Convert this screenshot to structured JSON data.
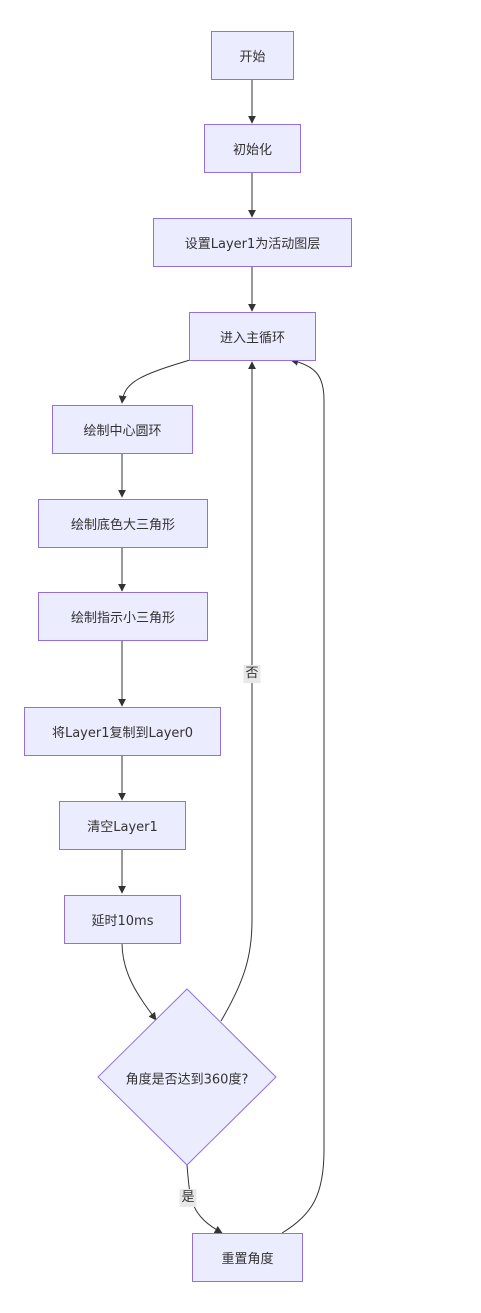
{
  "nodes": {
    "start": "开始",
    "init": "初始化",
    "set_layer": "设置Layer1为活动图层",
    "main_loop": "进入主循环",
    "draw_ring": "绘制中心圆环",
    "draw_big_triangle": "绘制底色大三角形",
    "draw_small_triangle": "绘制指示小三角形",
    "copy_layer": "将Layer1复制到Layer0",
    "clear_layer": "清空Layer1",
    "delay": "延时10ms",
    "decision": "角度是否达到360度?",
    "reset_angle": "重置角度"
  },
  "edge_labels": {
    "no": "否",
    "yes": "是"
  },
  "colors": {
    "node_fill": "#ECECFF",
    "node_stroke": "#9370DB",
    "edge": "#333333",
    "label_bg": "#e8e8e8"
  }
}
